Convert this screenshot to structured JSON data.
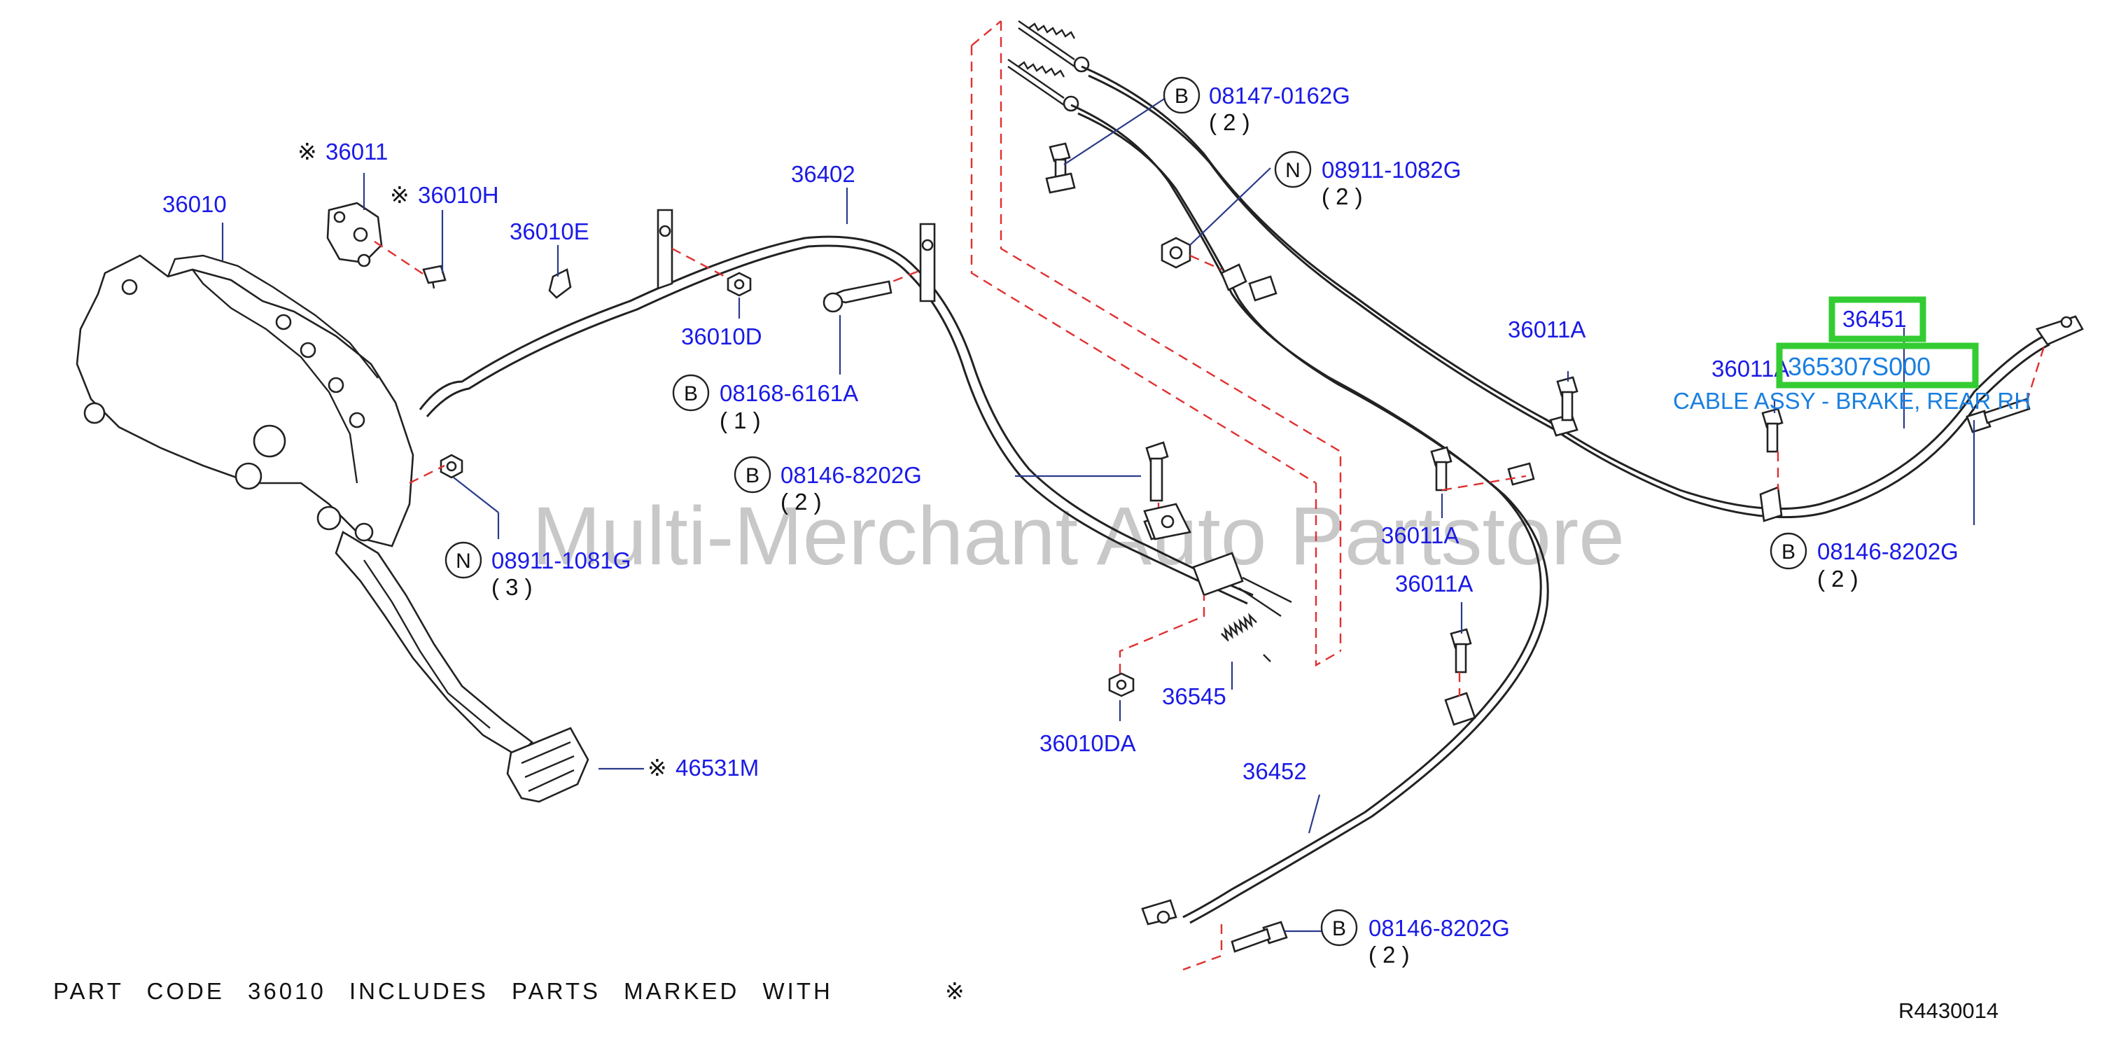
{
  "diagram": {
    "labels": {
      "p36010": "36010",
      "p36011": "36011",
      "p36010h": "36010H",
      "p36010e": "36010E",
      "p36402": "36402",
      "p36010d": "36010D",
      "p08168": "08168-6161A",
      "p08168_qty": "( 1 )",
      "p08146a": "08146-8202G",
      "p08146a_qty": "( 2 )",
      "p08911_1081": "08911-1081G",
      "p08911_1081_qty": "( 3 )",
      "p46531m": "46531M",
      "p08147": "08147-0162G",
      "p08147_qty": "( 2 )",
      "p08911_1082": "08911-1082G",
      "p08911_1082_qty": "( 2 )",
      "p36011a_1": "36011A",
      "p36011a_2": "36011A",
      "p36011a_3": "36011A",
      "p36011a_4": "36011A",
      "p36010da": "36010DA",
      "p36545": "36545",
      "p36452": "36452",
      "p08146b": "08146-8202G",
      "p08146b_qty": "( 2 )",
      "p08146c": "08146-8202G",
      "p08146c_qty": "( 2 )",
      "p36451": "36451"
    },
    "badges": {
      "bolt": "B",
      "nut": "N"
    },
    "mark_symbol": "※",
    "highlight": {
      "part_number": "365307S000",
      "description": "CABLE ASSY - BRAKE, REAR RH",
      "accent_color": "#33cc33",
      "text_color": "#1a7fe0"
    },
    "label_color": "#1a1ae6",
    "watermark": "Multi-Merchant Auto Partstore",
    "footnote": {
      "text": "PART CODE 36010 INCLUDES PARTS MARKED WITH",
      "symbol": "※"
    },
    "reference": "R4430014"
  }
}
